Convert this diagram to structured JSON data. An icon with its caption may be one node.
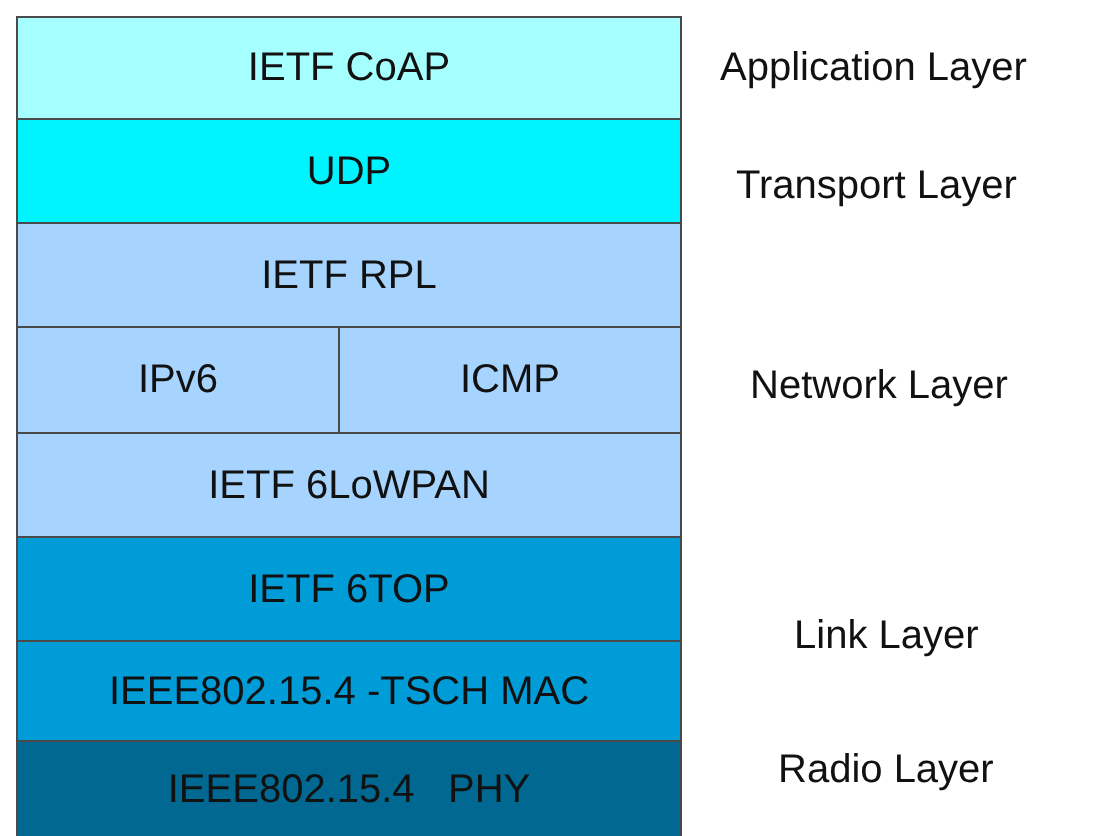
{
  "diagram": {
    "nodes": [
      {
        "text": [
          "IETF CoAP"
        ]
      },
      {
        "text": [
          "UDP"
        ]
      },
      {
        "text": [
          "IETF RPL"
        ]
      },
      {
        "text": [
          "IPv6"
        ]
      },
      {
        "text": [
          "ICMP"
        ]
      },
      {
        "text": [
          "IETF 6LoWPAN"
        ]
      },
      {
        "text": [
          "IETF 6TOP"
        ]
      },
      {
        "text": [
          "IEEE802.15.4 -TSCH MAC"
        ]
      },
      {
        "text": [
          "IEEE802.15.4   PHY"
        ]
      }
    ],
    "labels": [
      "Application Layer",
      "Transport Layer",
      "Network Layer",
      "Link Layer",
      "Radio Layer"
    ]
  }
}
